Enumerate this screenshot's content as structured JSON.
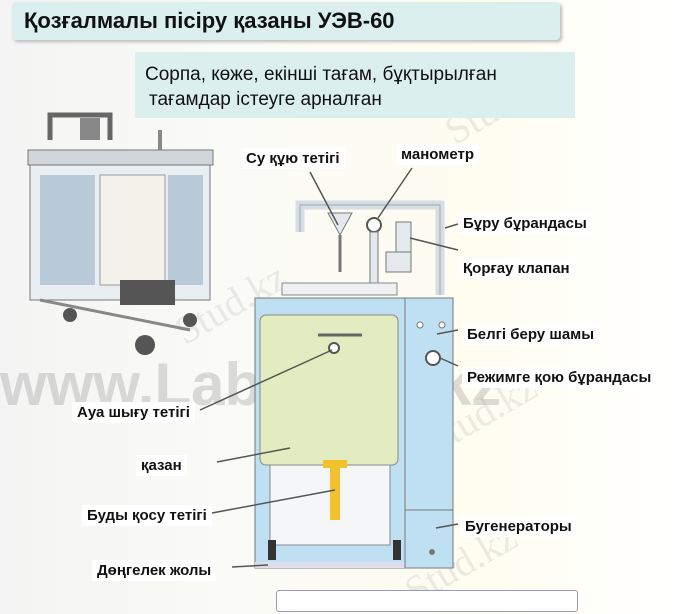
{
  "title": "Қозғалмалы пісіру қазаны УЭВ-60",
  "subtitle_lines": [
    "Сорпа, көже, екінші тағам, бұқтырылған",
    "тағамдар істеуге арналған"
  ],
  "labels": {
    "water_valve": "Су құю тетігі",
    "manometer": "манометр",
    "bend_screw": "Бұру бұрандасы",
    "safety_valve": "Қорғау  клапан",
    "signal_lamp": "Белгі беру шамы",
    "mode_screw": "Режимге қою бұрандасы",
    "air_valve": "Ауа шығу тетігі",
    "kettle": "қазан",
    "steam_valve": "Буды қосу тетігі",
    "wheel_track": "Дөңгелек жолы",
    "steam_generator": "Бугенераторы"
  },
  "watermarks": [
    "www.Labstend.kz",
    "Stud.kz"
  ]
}
